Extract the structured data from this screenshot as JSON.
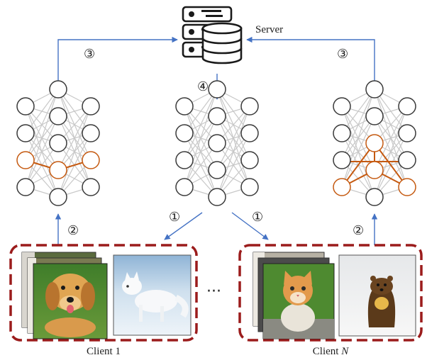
{
  "server": {
    "label": "Server",
    "icon": "server-database-icon"
  },
  "steps": {
    "one": "①",
    "two": "②",
    "three": "③",
    "four": "④"
  },
  "ellipsis": "···",
  "clients": [
    {
      "prefix": "Client ",
      "index": "1",
      "photos": [
        "golden-retriever-puppy",
        "arctic-fox-in-snow"
      ]
    },
    {
      "prefix": "Client ",
      "index": "N",
      "photos": [
        "orange-kitten",
        "pine-marten-in-snow"
      ]
    }
  ],
  "colors": {
    "arrow": "#4472c4",
    "client_box": "#9b1c1c",
    "node_stroke": "#3a3a3a",
    "edge_gray": "#c8c8c8",
    "highlight": "#c55a11"
  }
}
